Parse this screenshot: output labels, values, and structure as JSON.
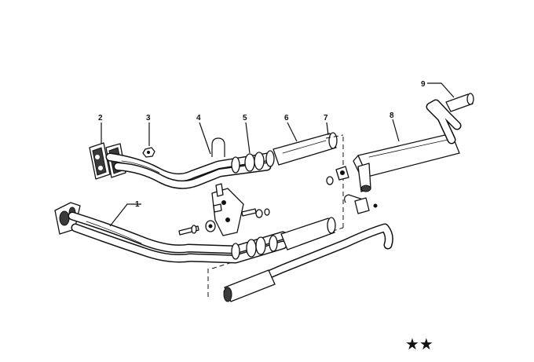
{
  "callouts": [
    {
      "id": "1",
      "label": "1"
    },
    {
      "id": "2",
      "label": "2"
    },
    {
      "id": "3",
      "label": "3"
    },
    {
      "id": "4",
      "label": "4"
    },
    {
      "id": "5",
      "label": "5"
    },
    {
      "id": "6",
      "label": "6"
    },
    {
      "id": "7",
      "label": "7"
    },
    {
      "id": "8",
      "label": "8"
    },
    {
      "id": "9",
      "label": "9"
    }
  ],
  "marking": {
    "stars": "★★"
  }
}
